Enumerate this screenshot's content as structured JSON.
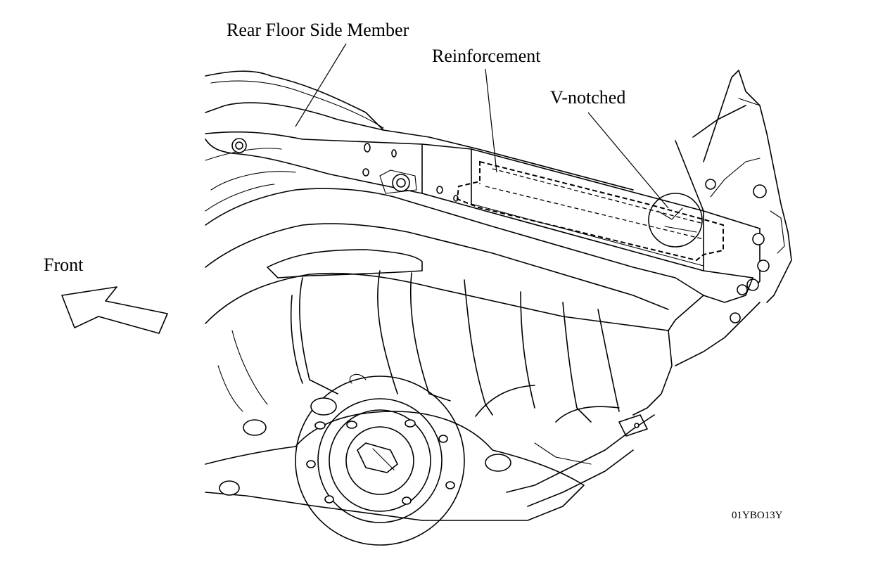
{
  "diagram": {
    "labels": {
      "rear_floor_side_member": "Rear Floor Side Member",
      "reinforcement": "Reinforcement",
      "v_notched": "V-notched",
      "front": "Front"
    },
    "figure_code": "01YBO13Y",
    "colors": {
      "line": "#000000",
      "background": "#ffffff"
    },
    "icons": {
      "front_arrow": "arrow-left-icon",
      "detail_circle": "circle-callout-icon"
    }
  }
}
